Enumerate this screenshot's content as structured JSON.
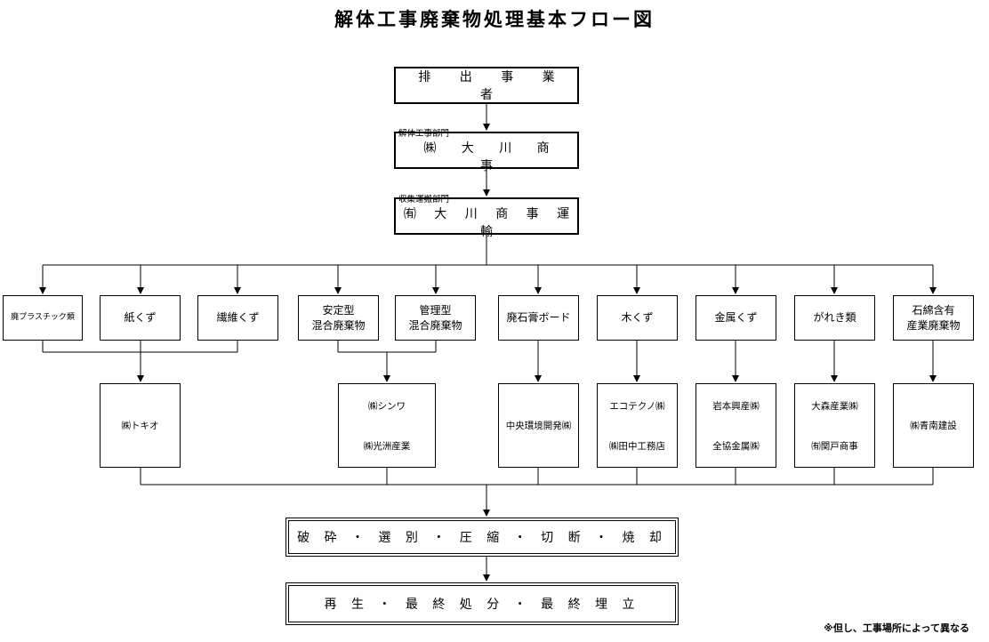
{
  "title": "解体工事廃棄物処理基本フロー図",
  "emitter": "排 出 事 業 者",
  "demolition_dept": {
    "label": "解体工事部門",
    "name": "㈱ 大 川 商 事"
  },
  "transport_dept": {
    "label": "収集運搬部門",
    "name": "㈲ 大 川 商 事 運 輸"
  },
  "categories": [
    "廃プラスチック類",
    "紙くず",
    "繊維くず",
    "安定型\n混合廃棄物",
    "管理型\n混合廃棄物",
    "廃石膏ボード",
    "木くず",
    "金属くず",
    "がれき類",
    "石綿含有\n産業廃棄物"
  ],
  "companies": [
    {
      "line1": "㈱トキオ",
      "line2": ""
    },
    {
      "line1": "㈱シンワ",
      "line2": "㈱光洲産業"
    },
    {
      "line1": "中央環境開発㈱",
      "line2": ""
    },
    {
      "line1": "エコテクノ㈱",
      "line2": "㈱田中工務店"
    },
    {
      "line1": "岩本興産㈱",
      "line2": "全協金属㈱"
    },
    {
      "line1": "大森産業㈱",
      "line2": "㈲関戸商事"
    },
    {
      "line1": "㈱青南建設",
      "line2": ""
    }
  ],
  "process": "破 砕 ・ 選 別 ・ 圧 縮 ・ 切 断 ・ 焼 却",
  "final": "再 生 ・ 最 終 処 分 ・ 最 終 埋 立",
  "note": "※但し、工事場所によって異なる"
}
